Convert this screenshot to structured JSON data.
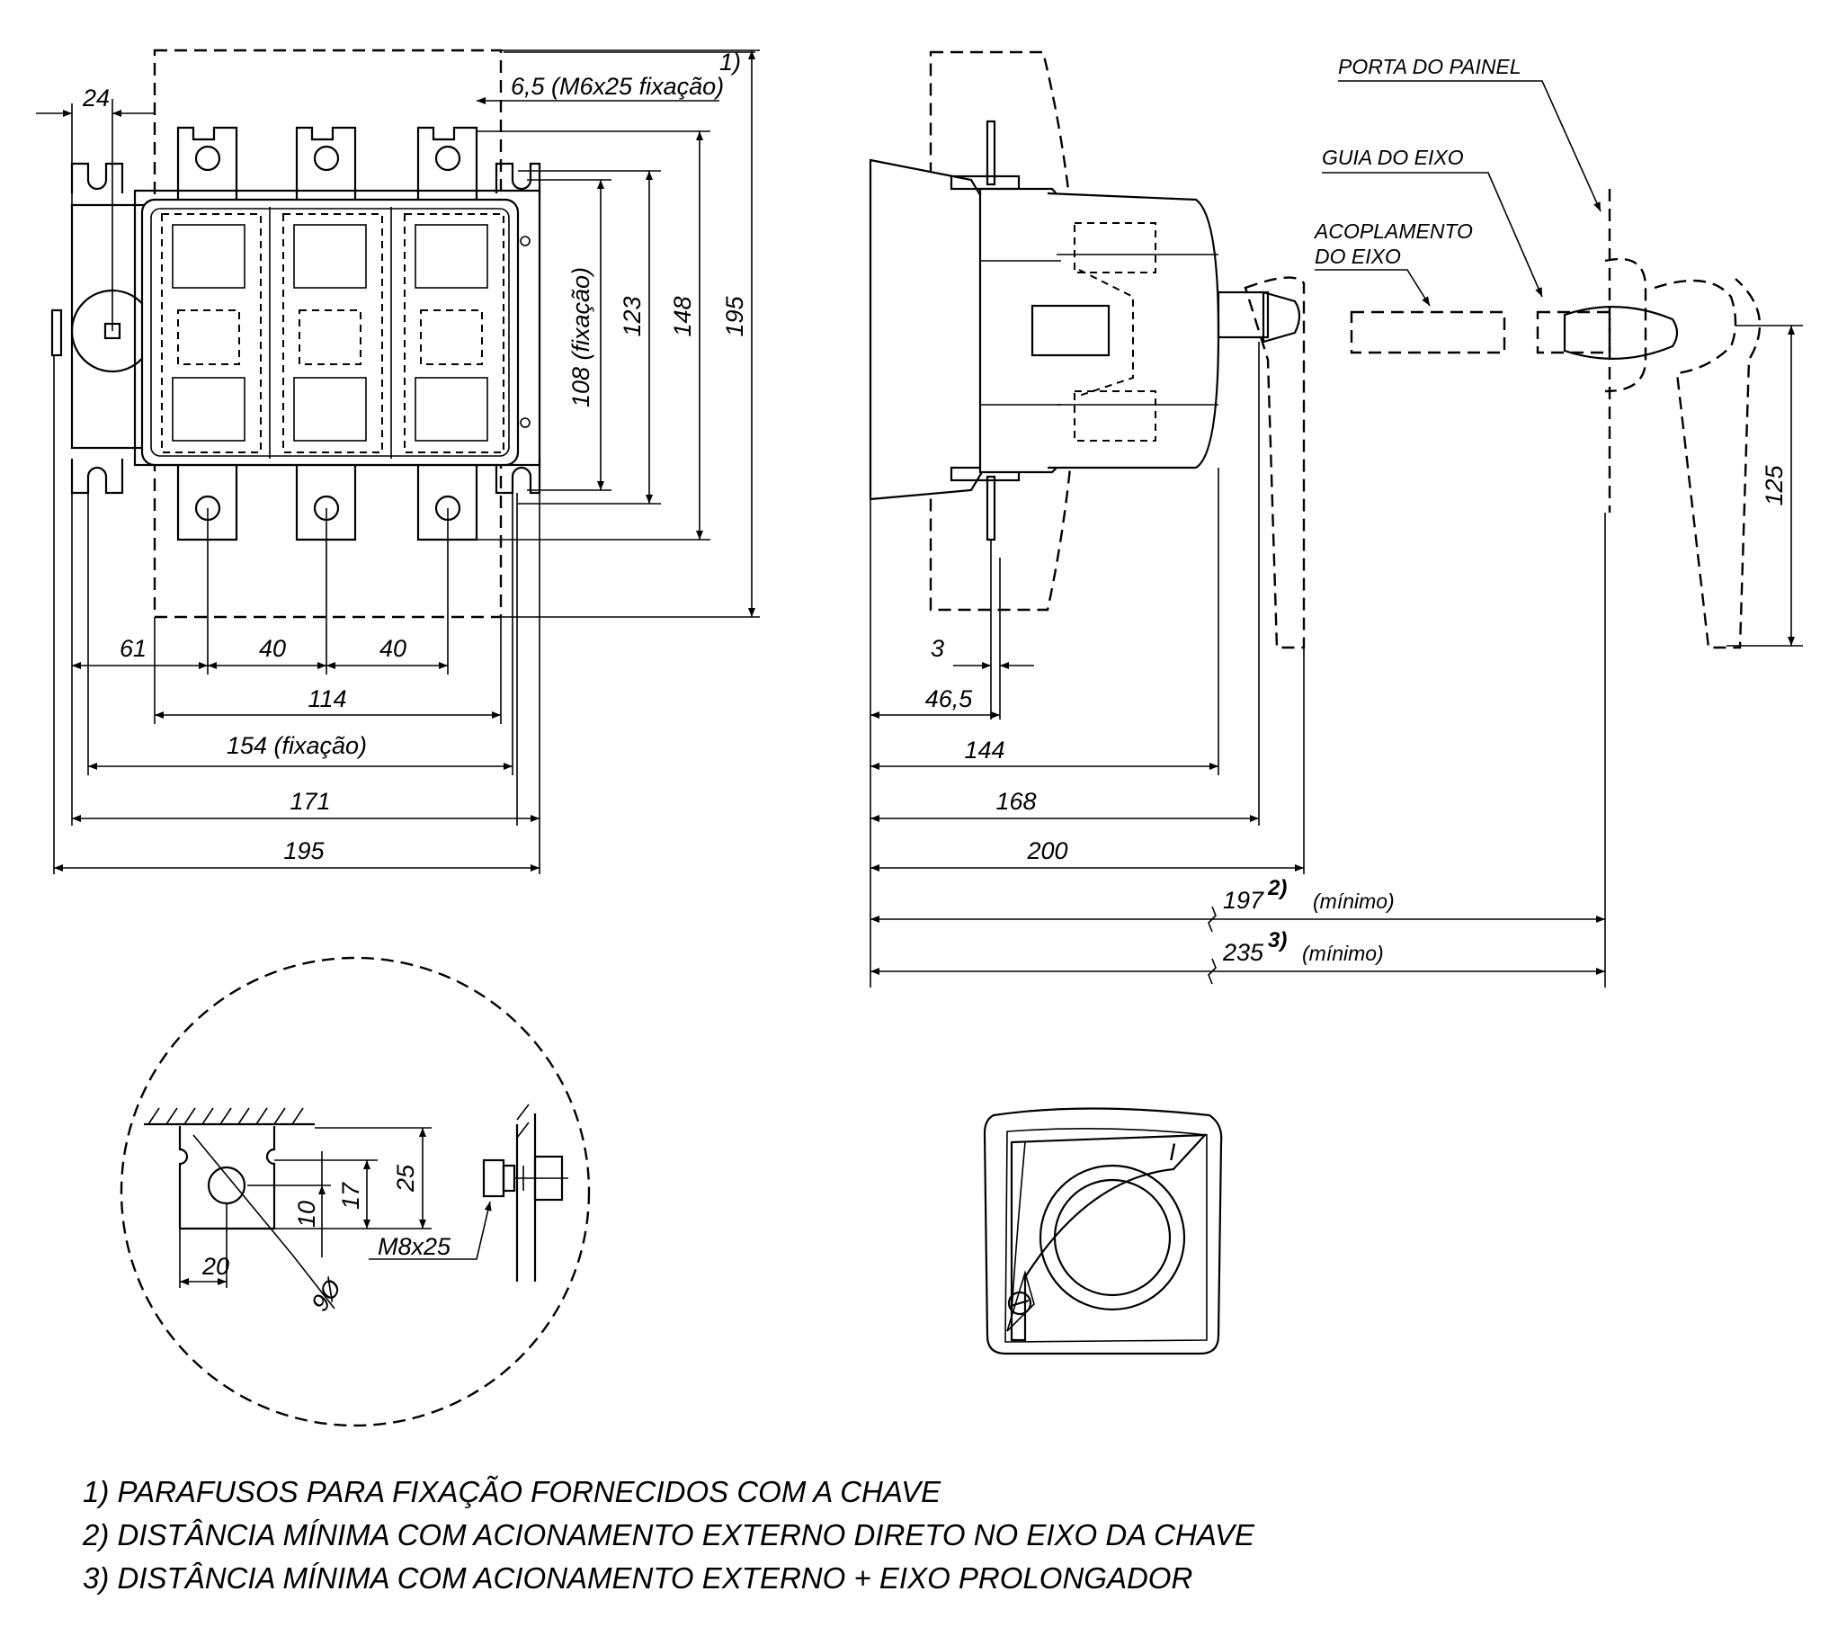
{
  "front_view": {
    "dim_24": "24",
    "footnote_ref_1": "1)",
    "dim_mount_screw": "6,5 (M6x25 fixação)",
    "dim_108": "108 (fixação)",
    "dim_123": "123",
    "dim_148": "148",
    "dim_195_v": "195",
    "dim_61": "61",
    "dim_40_a": "40",
    "dim_40_b": "40",
    "dim_114": "114",
    "dim_154": "154 (fixação)",
    "dim_171": "171",
    "dim_195_h": "195"
  },
  "side_view": {
    "label_panel_door": "PORTA DO PAINEL",
    "label_shaft_guide": "GUIA DO EIXO",
    "label_coupling_1": "ACOPLAMENTO",
    "label_coupling_2": "DO EIXO",
    "dim_125": "125",
    "dim_3": "3",
    "dim_46_5": "46,5",
    "dim_144": "144",
    "dim_168": "168",
    "dim_200": "200",
    "dim_197": "197",
    "ref_2": "2)",
    "min_a": "(mínimo)",
    "dim_235": "235",
    "ref_3": "3)",
    "min_b": "(mínimo)"
  },
  "detail": {
    "dim_25": "25",
    "dim_17": "17",
    "dim_10": "10",
    "dim_20": "20",
    "dim_phi9": "9Ø",
    "bolt": "M8x25"
  },
  "handle": {
    "on_mark": "I"
  },
  "notes": [
    "1) PARAFUSOS PARA FIXAÇÃO FORNECIDOS COM A CHAVE",
    "2) DISTÂNCIA MÍNIMA COM ACIONAMENTO EXTERNO DIRETO NO EIXO DA CHAVE",
    "3) DISTÂNCIA MÍNIMA COM ACIONAMENTO EXTERNO + EIXO PROLONGADOR"
  ]
}
